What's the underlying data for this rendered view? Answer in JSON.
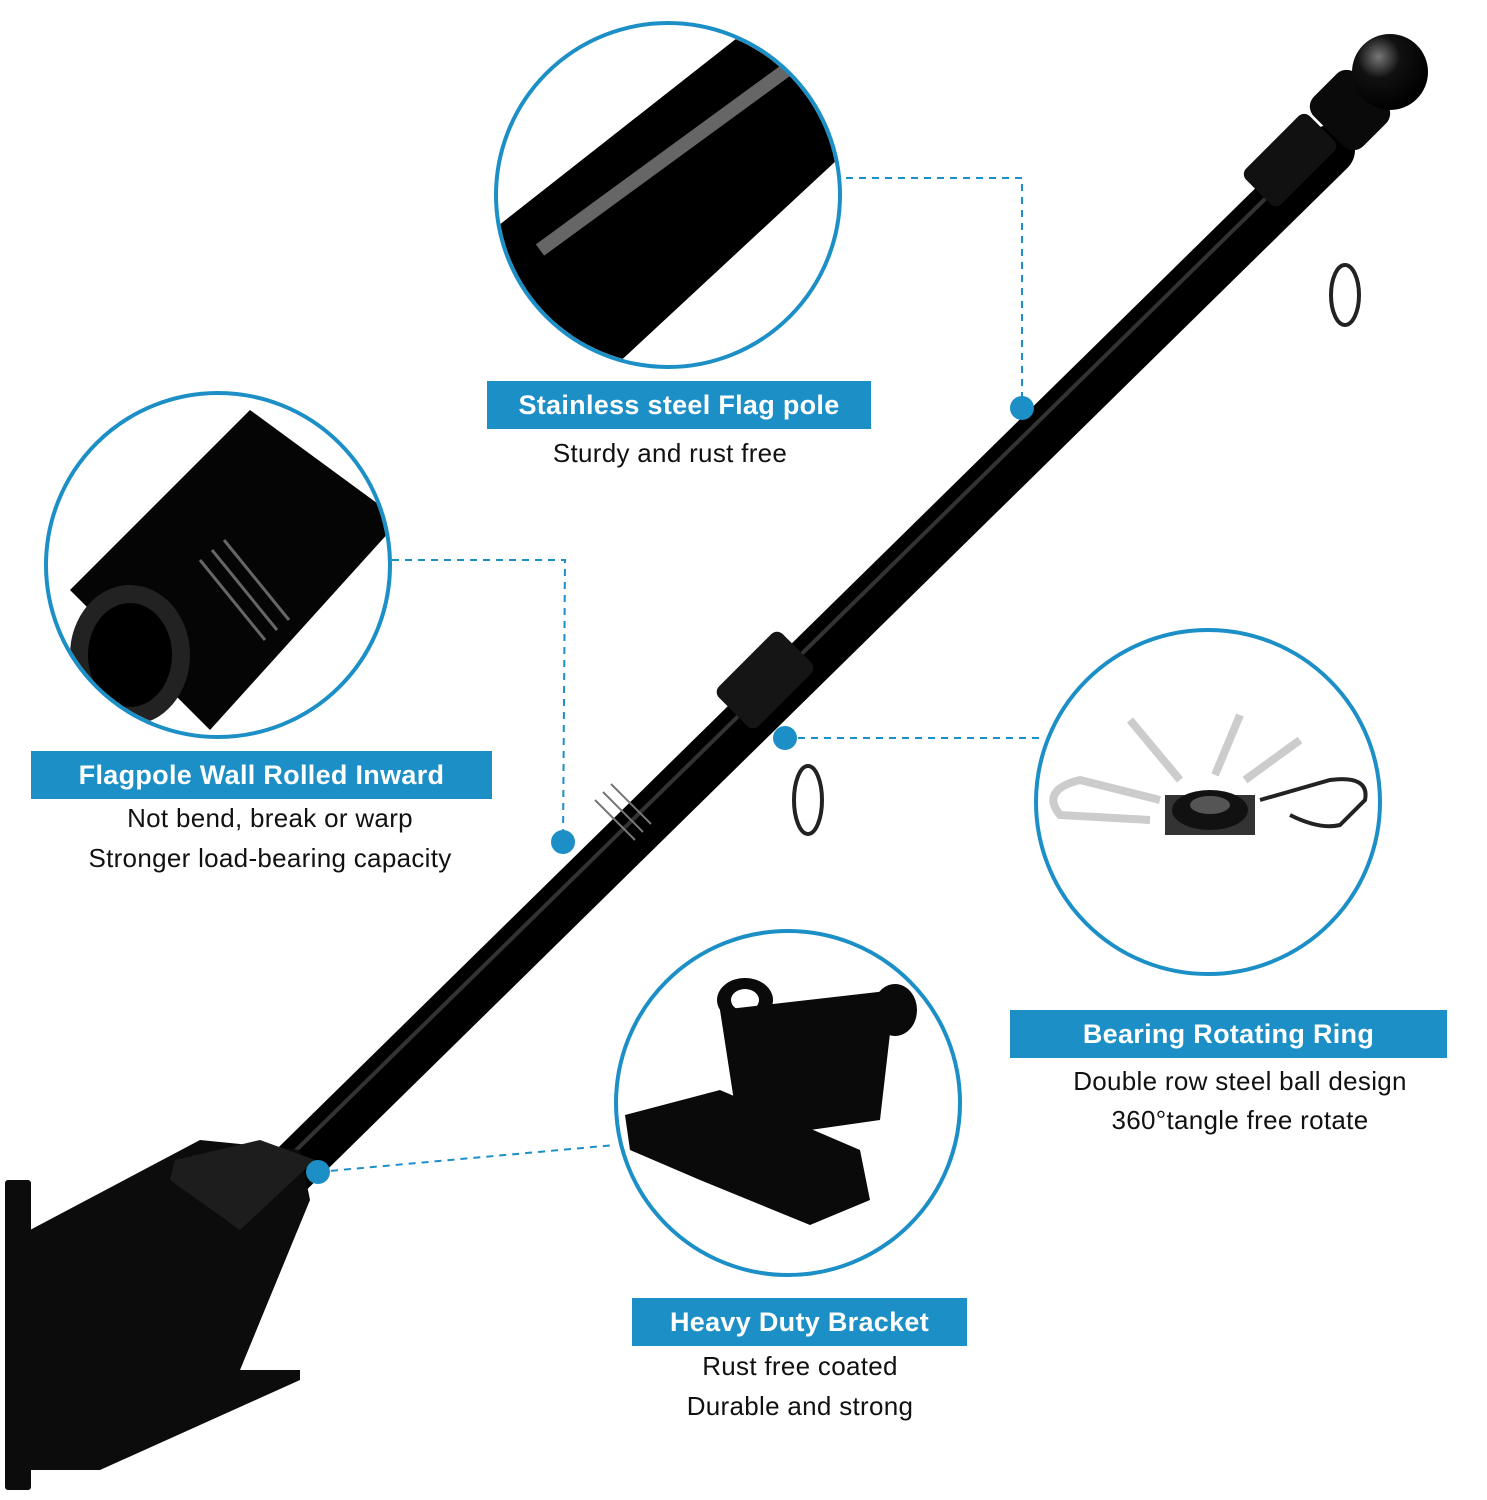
{
  "accent_color": "#1b8fc6",
  "features": [
    {
      "title": "Stainless steel Flag pole",
      "lines": [
        "Sturdy and rust free"
      ]
    },
    {
      "title": "Flagpole Wall Rolled Inward",
      "lines": [
        "Not bend, break or warp",
        "Stronger load-bearing capacity"
      ]
    },
    {
      "title": "Bearing Rotating Ring",
      "lines": [
        "Double row steel ball design",
        "360°tangle free rotate"
      ]
    },
    {
      "title": "Heavy Duty Bracket",
      "lines": [
        "Rust free coated",
        "Durable and strong"
      ]
    }
  ]
}
